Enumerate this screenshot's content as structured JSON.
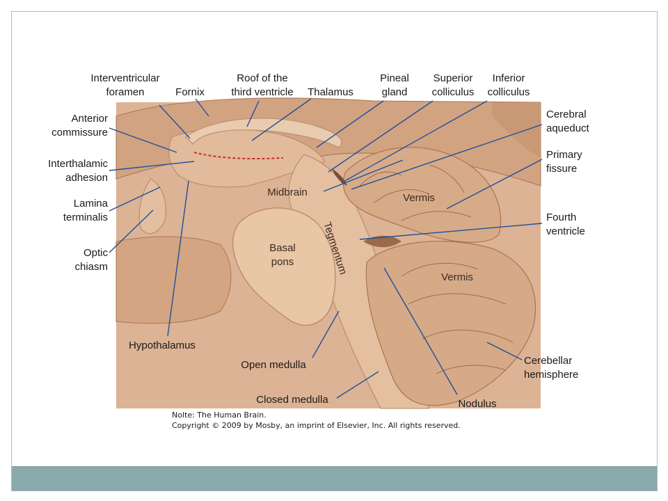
{
  "labels": {
    "interventricular_foramen": "Interventricular\nforamen",
    "fornix": "Fornix",
    "roof_third_ventricle": "Roof of the\nthird ventricle",
    "thalamus": "Thalamus",
    "pineal_gland": "Pineal\ngland",
    "superior_colliculus": "Superior\ncolliculus",
    "inferior_colliculus": "Inferior\ncolliculus",
    "cerebral_aqueduct": "Cerebral\naqueduct",
    "primary_fissure": "Primary\nfissure",
    "fourth_ventricle": "Fourth\nventricle",
    "anterior_commissure": "Anterior\ncommissure",
    "interthalamic_adhesion": "Interthalamic\nadhesion",
    "lamina_terminalis": "Lamina\nterminalis",
    "optic_chiasm": "Optic\nchiasm",
    "hypothalamus": "Hypothalamus",
    "midbrain": "Midbrain",
    "vermis_upper": "Vermis",
    "vermis_lower": "Vermis",
    "basal_pons": "Basal\npons",
    "tegmentum": "Tegmentum",
    "open_medulla": "Open medulla",
    "closed_medulla": "Closed medulla",
    "nodulus": "Nodulus",
    "cerebellar_hemisphere": "Cerebellar\nhemisphere"
  },
  "credit": {
    "line1": "Nolte: The Human Brain.",
    "line2": "Copyright © 2009 by Mosby, an imprint of Elsevier, Inc. All rights reserved."
  },
  "colors": {
    "tissue": "#d9b08c",
    "tissue_dark": "#b98562",
    "leader": "#1f4f9a",
    "band": "#89aaaa",
    "frame": "#a9bcbe"
  }
}
